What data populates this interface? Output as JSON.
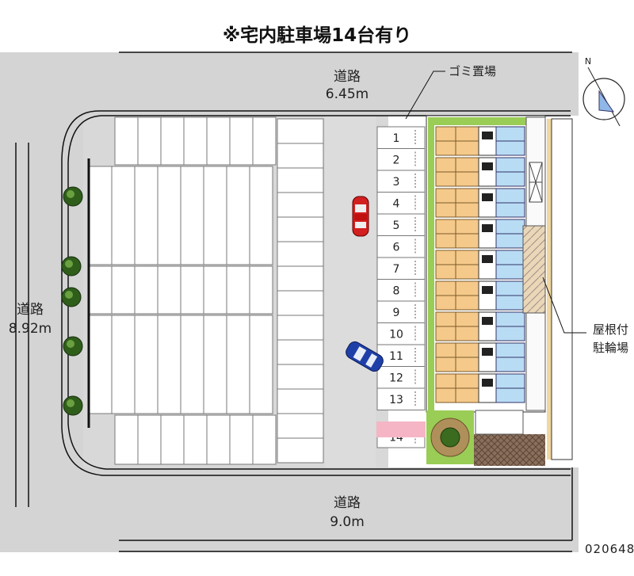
{
  "title": "※宅内駐車場14台有り",
  "roads": {
    "top": {
      "name": "道路",
      "width": "6.45m"
    },
    "left": {
      "name": "道路",
      "width": "8.92m"
    },
    "bottom": {
      "name": "道路",
      "width": "9.0m"
    }
  },
  "labels": {
    "garbage": "ゴミ置場",
    "bike_parking_line1": "屋根付",
    "bike_parking_line2": "駐輪場"
  },
  "compass": {
    "north": "N"
  },
  "parking_spaces": [
    "1",
    "2",
    "3",
    "4",
    "5",
    "6",
    "7",
    "8",
    "9",
    "10",
    "11",
    "12",
    "13",
    "14"
  ],
  "colors": {
    "road": "#d2d2d2",
    "road_line": "#111111",
    "lot": "#d6d6d6",
    "slot_fill": "#ffffff",
    "apartment_room": "#f5c98a",
    "apartment_bath": "#b9dcf5",
    "greenery": "#9acd55",
    "walkway": "#8c8c8c",
    "pink_area": "#f5b5c5",
    "building_edge": "#f0d6a0"
  },
  "map_code": "020648"
}
